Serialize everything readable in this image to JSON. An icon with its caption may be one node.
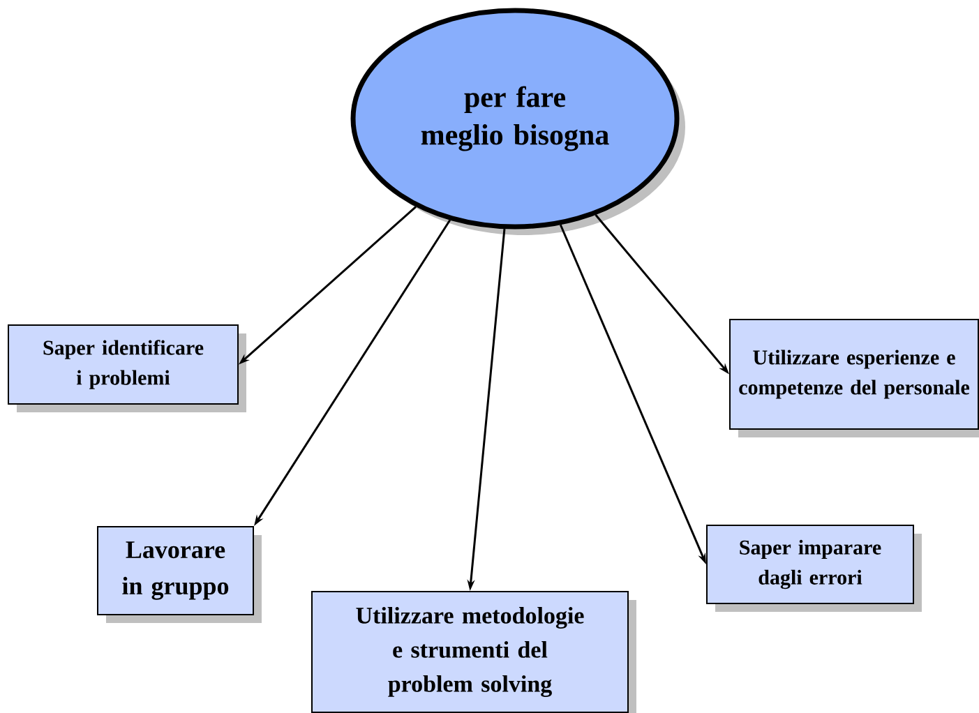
{
  "diagram": {
    "nodes": [
      {
        "text": [
          "per fare meglio bisogna"
        ]
      },
      {
        "text": [
          "Saper identificare i problemi"
        ]
      },
      {
        "text": [
          "Utilizzare esperienze e competenze del personale"
        ]
      },
      {
        "text": [
          "Lavorare in gruppo"
        ]
      },
      {
        "text": [
          "Saper imparare dagli errori"
        ]
      },
      {
        "text": [
          "Utilizzare metodologie e strumenti del problem solving"
        ]
      }
    ],
    "edges": [
      {
        "from": 0,
        "to": 1,
        "arrow": "to"
      },
      {
        "from": 0,
        "to": 3,
        "arrow": "to"
      },
      {
        "from": 0,
        "to": 5,
        "arrow": "to"
      },
      {
        "from": 0,
        "to": 4,
        "arrow": "to"
      },
      {
        "from": 0,
        "to": 2,
        "arrow": "to"
      }
    ]
  }
}
